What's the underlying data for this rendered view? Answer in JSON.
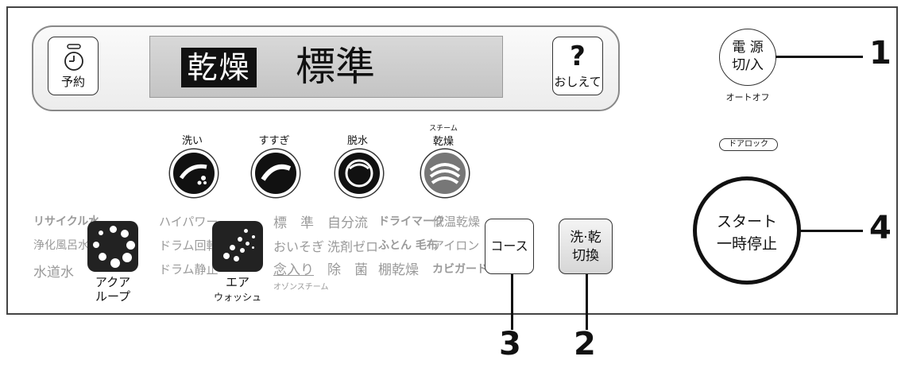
{
  "display": {
    "mode": "乾燥",
    "course": "標準"
  },
  "timer_button": {
    "label": "予約"
  },
  "help_button": {
    "symbol": "?",
    "label": "おしえて"
  },
  "stage_indicators": [
    {
      "label": "洗い"
    },
    {
      "label": "すすぎ"
    },
    {
      "label": "脱水"
    },
    {
      "label_small": "スチーム",
      "label": "乾燥"
    }
  ],
  "water_options": [
    "リサイクル水",
    "浄化風呂水",
    "水道水"
  ],
  "aqua_loop": {
    "label_line1": "アクア",
    "label_line2": "ループ"
  },
  "power_options": [
    "ハイパワー",
    "ドラム回転",
    "ドラム静止"
  ],
  "air_wash": {
    "label_line1": "エア",
    "label_line2": "ウォッシュ"
  },
  "course_options": {
    "col1": [
      "標　準",
      "おいそぎ",
      "念入り",
      "オゾンスチーム"
    ],
    "col2": [
      "自分流",
      "洗剤ゼロ",
      "除　菌"
    ],
    "col3": [
      "ドライマーク",
      "ふとん 毛布",
      "棚乾燥"
    ],
    "col4": [
      "低温乾燥",
      "アイロン",
      "カビガード"
    ]
  },
  "course_button": {
    "label": "コース"
  },
  "switch_button": {
    "line1": "洗·乾",
    "line2": "切換"
  },
  "power_button": {
    "line1": "電 源",
    "line2": "切/入",
    "sub": "オートオフ"
  },
  "door_lock": {
    "label": "ドアロック"
  },
  "start_button": {
    "line1": "スタート",
    "line2": "一時停止"
  },
  "callouts": [
    "1",
    "2",
    "3",
    "4"
  ]
}
